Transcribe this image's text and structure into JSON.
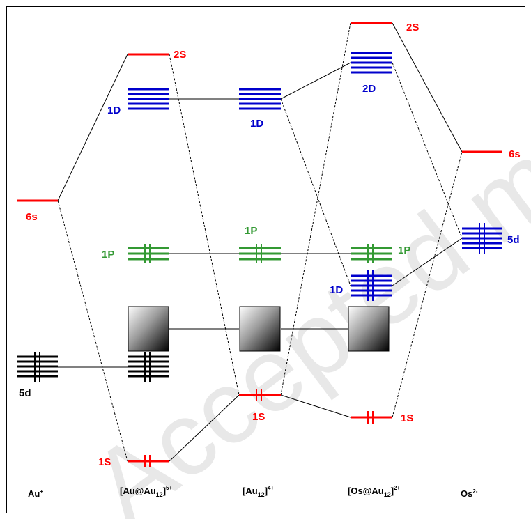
{
  "colors": {
    "s_orbital": "#ff0000",
    "d_orbital": "#0000cc",
    "p_orbital": "#339933",
    "core_d": "#000000",
    "connector": "#000000"
  },
  "watermark": "Accepted ma",
  "columns": {
    "au_ion": {
      "base": "Au",
      "sup": "+"
    },
    "au_at_au12": {
      "pre": "[Au@Au",
      "sub": "12",
      "post": "]",
      "sup": "5+"
    },
    "au12": {
      "pre": "[Au",
      "sub": "12",
      "post": "]",
      "sup": "4+"
    },
    "os_at_au12": {
      "pre": "[Os@Au",
      "sub": "12",
      "post": "]",
      "sup": "2+"
    },
    "os_ion": {
      "base": "Os",
      "sup": "2-"
    }
  },
  "levels": {
    "au_6s": "6s",
    "au_5d": "5d",
    "auau12_2S": "2S",
    "auau12_1D": "1D",
    "auau12_1P": "1P",
    "auau12_1S": "1S",
    "au12_1D": "1D",
    "au12_1P": "1P",
    "au12_1S": "1S",
    "osau12_2S": "2S",
    "osau12_2D": "2D",
    "osau12_1P": "1P",
    "osau12_1D": "1D",
    "osau12_1S": "1S",
    "os_6s": "6s",
    "os_5d": "5d"
  }
}
